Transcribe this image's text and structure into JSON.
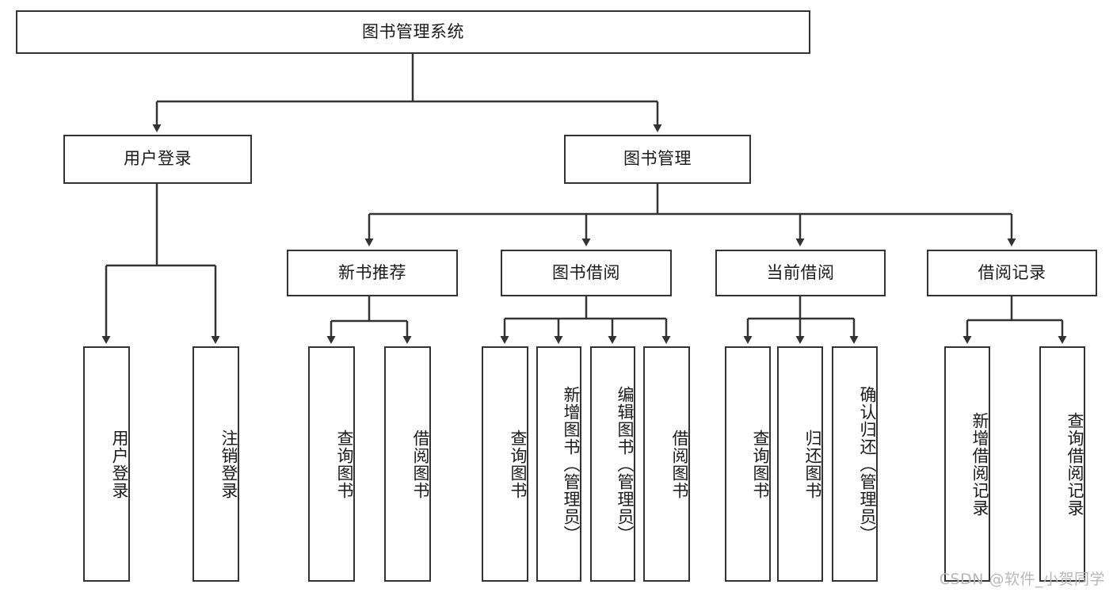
{
  "diagram": {
    "title_node": {
      "label": "图书管理系统"
    },
    "level2": [
      {
        "id": "user-login",
        "label": "用户登录"
      },
      {
        "id": "book-manage",
        "label": "图书管理"
      }
    ],
    "level3": [
      {
        "id": "new-book-recommend",
        "label": "新书推荐"
      },
      {
        "id": "book-borrow",
        "label": "图书借阅"
      },
      {
        "id": "current-borrow",
        "label": "当前借阅"
      },
      {
        "id": "borrow-record",
        "label": "借阅记录"
      }
    ],
    "leaves": [
      {
        "id": "leaf-user-login",
        "label": "用户登录",
        "parent": "user-login"
      },
      {
        "id": "leaf-logout-login",
        "label": "注销登录",
        "parent": "user-login"
      },
      {
        "id": "leaf-query-book-1",
        "label": "查询图书",
        "parent": "new-book-recommend"
      },
      {
        "id": "leaf-borrow-book-1",
        "label": "借阅图书",
        "parent": "new-book-recommend"
      },
      {
        "id": "leaf-query-book-2",
        "label": "查询图书",
        "parent": "book-borrow"
      },
      {
        "id": "leaf-add-book",
        "label": "新增图书（管理员）",
        "parent": "book-borrow"
      },
      {
        "id": "leaf-edit-book",
        "label": "编辑图书（管理员）",
        "parent": "book-borrow"
      },
      {
        "id": "leaf-borrow-book-2",
        "label": "借阅图书",
        "parent": "book-borrow"
      },
      {
        "id": "leaf-query-book-3",
        "label": "查询图书",
        "parent": "current-borrow"
      },
      {
        "id": "leaf-return-book",
        "label": "归还图书",
        "parent": "current-borrow"
      },
      {
        "id": "leaf-confirm-return",
        "label": "确认归还（管理员）",
        "parent": "current-borrow"
      },
      {
        "id": "leaf-add-record",
        "label": "新增借阅记录",
        "parent": "borrow-record"
      },
      {
        "id": "leaf-query-record",
        "label": "查询借阅记录",
        "parent": "borrow-record"
      }
    ],
    "watermark": "CSDN @软件_小贺同学",
    "colors": {
      "stroke": "#333333",
      "fill": "#ffffff",
      "text": "#1a1a1a",
      "watermark": "#b8b8b8"
    }
  }
}
